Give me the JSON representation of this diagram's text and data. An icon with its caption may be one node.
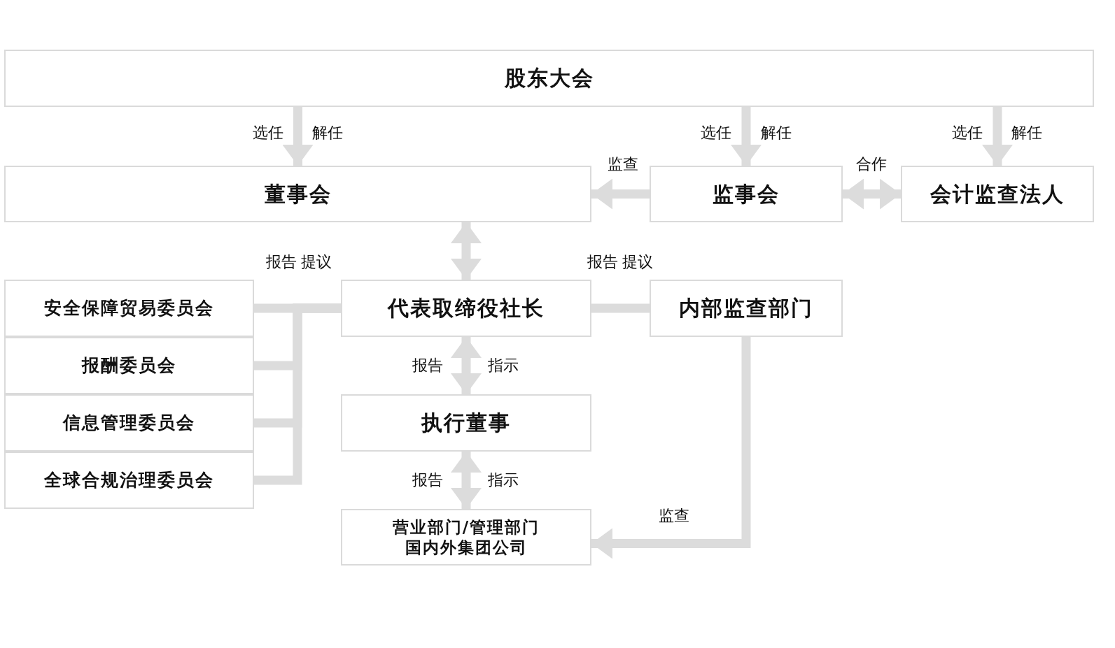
{
  "diagram": {
    "nodes": [
      {
        "text": [
          "股东大会"
        ]
      },
      {
        "text": [
          "董事会"
        ]
      },
      {
        "text": [
          "监事会"
        ]
      },
      {
        "text": [
          "会计监查法人"
        ]
      },
      {
        "text": [
          "安全保障贸易委员会"
        ]
      },
      {
        "text": [
          "报酬委员会"
        ]
      },
      {
        "text": [
          "信息管理委员会"
        ]
      },
      {
        "text": [
          "全球合规治理委员会"
        ]
      },
      {
        "text": [
          "代表取缔役社长"
        ]
      },
      {
        "text": [
          "内部监查部门"
        ]
      },
      {
        "text": [
          "执行董事"
        ]
      },
      {
        "text": [
          "营业部门/管理部门国内外集团公司"
        ]
      }
    ],
    "edges": [
      {
        "from": 0,
        "to": 1,
        "arrow": "to",
        "label": "选任"
      },
      {
        "from": 0,
        "to": 2,
        "arrow": "to",
        "label": "选任"
      },
      {
        "from": 0,
        "to": 3,
        "arrow": "to",
        "label": "选任"
      },
      {
        "from": 2,
        "to": 1,
        "arrow": "to",
        "label": "监查"
      },
      {
        "from": 2,
        "to": 3,
        "arrow": "both",
        "label": "合作"
      },
      {
        "from": 1,
        "to": 8,
        "arrow": "both"
      },
      {
        "from": 4,
        "to": 8,
        "arrow": "none"
      },
      {
        "from": 5,
        "to": 8,
        "arrow": "none"
      },
      {
        "from": 6,
        "to": 8,
        "arrow": "none"
      },
      {
        "from": 7,
        "to": 8,
        "arrow": "none"
      },
      {
        "from": 8,
        "to": 9,
        "arrow": "none"
      },
      {
        "from": 8,
        "to": 10,
        "arrow": "both",
        "label": "报告"
      },
      {
        "from": 10,
        "to": 11,
        "arrow": "both",
        "label": "报告"
      },
      {
        "from": 9,
        "to": 11,
        "arrow": "to",
        "label": "监查"
      }
    ],
    "labels": [
      "解任",
      "解任",
      "解任",
      "报告 提议",
      "报告 提议",
      "指示",
      "指示"
    ]
  }
}
